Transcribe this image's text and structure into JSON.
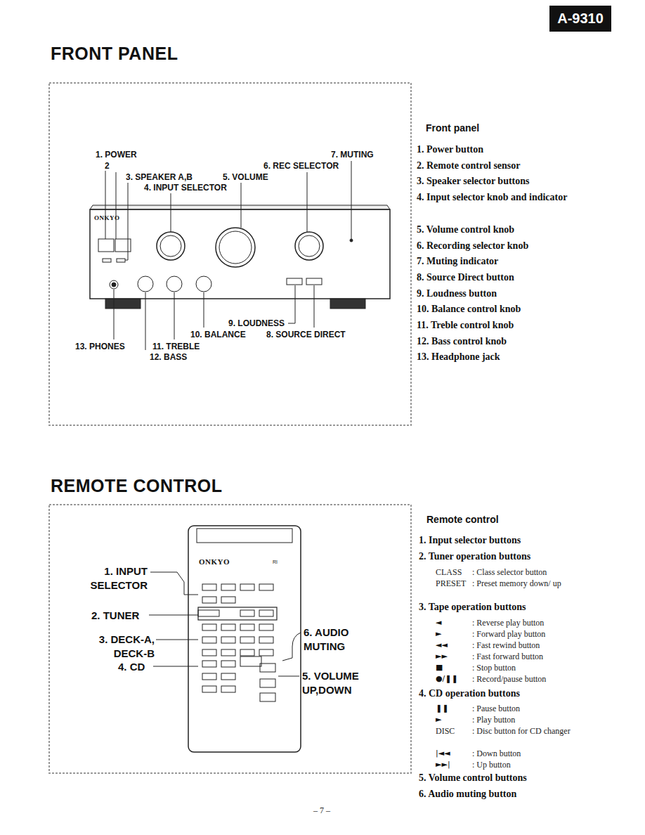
{
  "diagram": {
    "nodes": [
      {
        "text": [
          "A-9310"
        ]
      }
    ],
    "labels": [
      "FRONT PANEL",
      "1. POWER",
      "2",
      "3. SPEAKER A,B",
      "5. VOLUME",
      "4. INPUT SELECTOR",
      "7. MUTING",
      "6. REC SELECTOR",
      "ONKYO",
      "9. LOUDNESS",
      "10. BALANCE",
      "8. SOURCE DIRECT",
      "13. PHONES",
      "11. TREBLE",
      "12. BASS",
      "Front panel",
      "1. Power button",
      "2. Remote control sensor",
      "3. Speaker selector buttons",
      "4. Input selector knob and indicator",
      "5. Volume control knob",
      "6. Recording selector knob",
      "7. Muting indicator",
      "8. Source Direct button",
      "9. Loudness button",
      "10. Balance control knob",
      "11. Treble control knob",
      "12. Bass control knob",
      "13. Headphone jack",
      "REMOTE CONTROL",
      "ONKYO",
      "RI",
      "1. INPUT SELECTOR",
      "2. TUNER",
      "3. DECK-A, DECK-B",
      "4. CD",
      "6. AUDIO MUTING",
      "5. VOLUME UP,DOWN",
      "Remote control",
      "1. Input selector buttons",
      "2. Tuner operation buttons",
      "CLASS",
      ": Class selector button",
      "PRESET",
      ": Preset memory down/ up",
      "3. Tape operation buttons",
      "◄",
      ": Reverse play button",
      "►",
      ": Forward play button",
      "◄◄",
      ": Fast rewind button",
      "►►",
      ": Fast forward button",
      "■",
      ": Stop button",
      "●/❚❚",
      ": Record/pause button",
      "4. CD operation buttons",
      "❚❚",
      ": Pause button",
      "►",
      ": Play button",
      "DISC",
      ": Disc button for CD changer",
      "|◄◄",
      ": Down button",
      "►►|",
      ": Up button",
      "5. Volume control buttons",
      "6. Audio muting button",
      "– 7 –"
    ]
  }
}
